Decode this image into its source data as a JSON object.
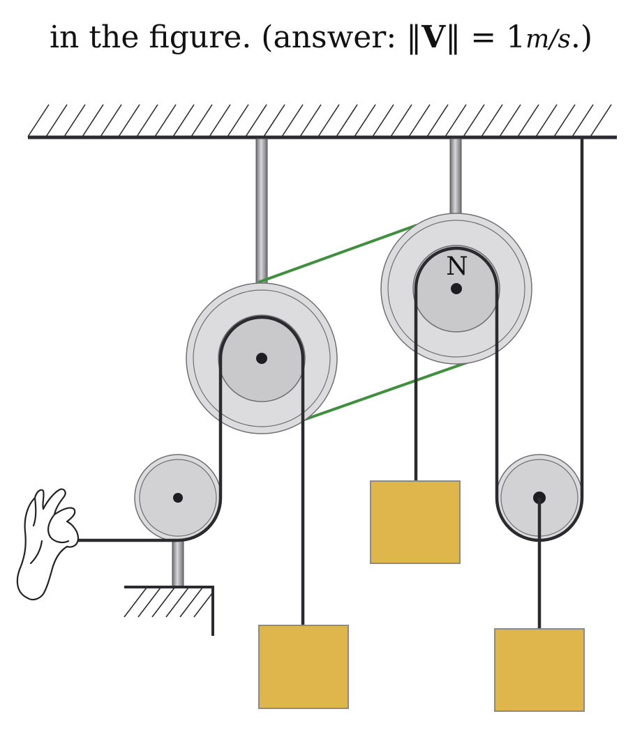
{
  "caption": {
    "lead": "in the figure. (answer: ",
    "bars_open": "‖",
    "vector_symbol": "V",
    "bars_close": "‖",
    "equals": " = 1",
    "unit": "m/s",
    "tail": ".)"
  },
  "diagram": {
    "pulley_label": "N",
    "colors": {
      "line": "#2a2a2f",
      "pulley_outer": "#dcdcde",
      "pulley_hub": "#c9c9cc",
      "belt": "#3f8f3f",
      "block_fill": "#deb64c",
      "block_stroke": "#8a8a8a",
      "rod": "#8e8e92"
    },
    "icons": [
      "hand-icon"
    ]
  }
}
